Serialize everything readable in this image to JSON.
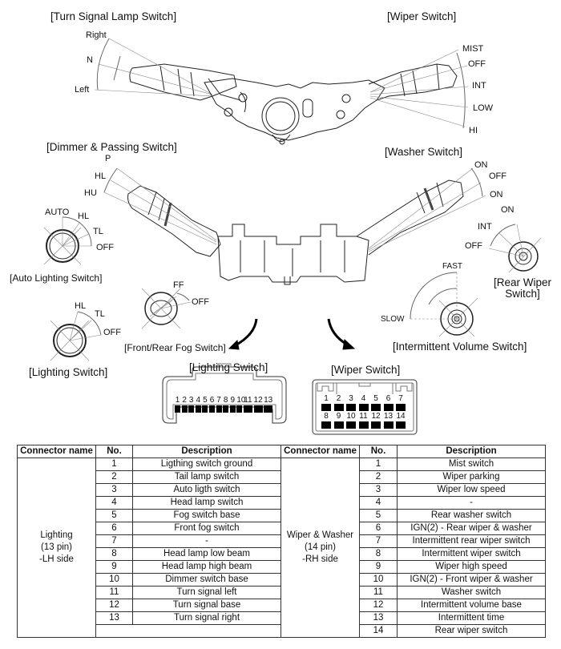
{
  "diagram": {
    "turn_signal": {
      "title": "[Turn Signal Lamp Switch]",
      "positions": [
        "Right",
        "N",
        "Left"
      ]
    },
    "wiper": {
      "title": "[Wiper Switch]",
      "positions": [
        "MIST",
        "OFF",
        "INT",
        "LOW",
        "HI"
      ]
    },
    "dimmer": {
      "title": "[Dimmer & Passing Switch]",
      "positions": [
        "P",
        "HL",
        "HU"
      ]
    },
    "washer": {
      "title": "[Washer Switch]",
      "positions": [
        "ON",
        "OFF",
        "ON"
      ]
    },
    "auto_lighting": {
      "title": "[Auto Lighting Switch]",
      "positions": [
        "AUTO",
        "HL",
        "TL",
        "OFF"
      ]
    },
    "lighting": {
      "title": "[Lighting Switch]",
      "positions": [
        "HL",
        "TL",
        "OFF"
      ]
    },
    "fog": {
      "title": "[Front/Rear Fog Switch]",
      "positions": [
        "FF",
        "OFF"
      ]
    },
    "rear_wiper": {
      "title_line1": "[Rear Wiper",
      "title_line2": "Switch]",
      "positions": [
        "ON",
        "INT",
        "OFF"
      ]
    },
    "intermittent_volume": {
      "title": "[Intermittent Volume Switch]",
      "positions": [
        "FAST",
        "SLOW"
      ]
    }
  },
  "connectors": {
    "lighting": {
      "title": "[Lighting Switch]",
      "pins": [
        "1",
        "2",
        "3",
        "4",
        "5",
        "6",
        "7",
        "8",
        "9",
        "10",
        "11",
        "12",
        "13"
      ]
    },
    "wiper": {
      "title": "[Wiper Switch]",
      "row1": [
        "1",
        "2",
        "3",
        "4",
        "5",
        "6",
        "7"
      ],
      "row2": [
        "8",
        "9",
        "10",
        "11",
        "12",
        "13",
        "14"
      ]
    }
  },
  "table": {
    "headers": [
      "Connector name",
      "No.",
      "Description",
      "Connector name",
      "No.",
      "Description"
    ],
    "left": {
      "connector_lines": [
        "Lighting",
        "(13 pin)",
        "-LH side"
      ],
      "rows": [
        {
          "no": "1",
          "desc": "Ligthing switch ground"
        },
        {
          "no": "2",
          "desc": "Tail lamp switch"
        },
        {
          "no": "3",
          "desc": "Auto ligth switch"
        },
        {
          "no": "4",
          "desc": "Head lamp switch"
        },
        {
          "no": "5",
          "desc": "Fog switch base"
        },
        {
          "no": "6",
          "desc": "Front fog switch"
        },
        {
          "no": "7",
          "desc": "-"
        },
        {
          "no": "8",
          "desc": "Head lamp low beam"
        },
        {
          "no": "9",
          "desc": "Head lamp high beam"
        },
        {
          "no": "10",
          "desc": "Dimmer switch base"
        },
        {
          "no": "11",
          "desc": "Turn signal left"
        },
        {
          "no": "12",
          "desc": "Turn signal base"
        },
        {
          "no": "13",
          "desc": "Turn signal right"
        }
      ]
    },
    "right": {
      "connector_lines": [
        "Wiper & Washer",
        "(14 pin)",
        "-RH side"
      ],
      "rows": [
        {
          "no": "1",
          "desc": "Mist switch"
        },
        {
          "no": "2",
          "desc": "Wiper parking"
        },
        {
          "no": "3",
          "desc": "Wiper low speed"
        },
        {
          "no": "4",
          "desc": "-"
        },
        {
          "no": "5",
          "desc": "Rear washer switch"
        },
        {
          "no": "6",
          "desc": "IGN(2) - Rear wiper & washer"
        },
        {
          "no": "7",
          "desc": "Intermittent rear wiper switch"
        },
        {
          "no": "8",
          "desc": "Intermittent wiper switch"
        },
        {
          "no": "9",
          "desc": "Wiper high speed"
        },
        {
          "no": "10",
          "desc": "IGN(2) - Front wiper & washer"
        },
        {
          "no": "11",
          "desc": "Washer switch"
        },
        {
          "no": "12",
          "desc": "Intermittent volume base"
        },
        {
          "no": "13",
          "desc": "Intermittent time"
        },
        {
          "no": "14",
          "desc": "Rear wiper switch"
        }
      ]
    }
  },
  "colors": {
    "line": "#222222",
    "thin_line": "#888888",
    "pin": "#000000"
  }
}
